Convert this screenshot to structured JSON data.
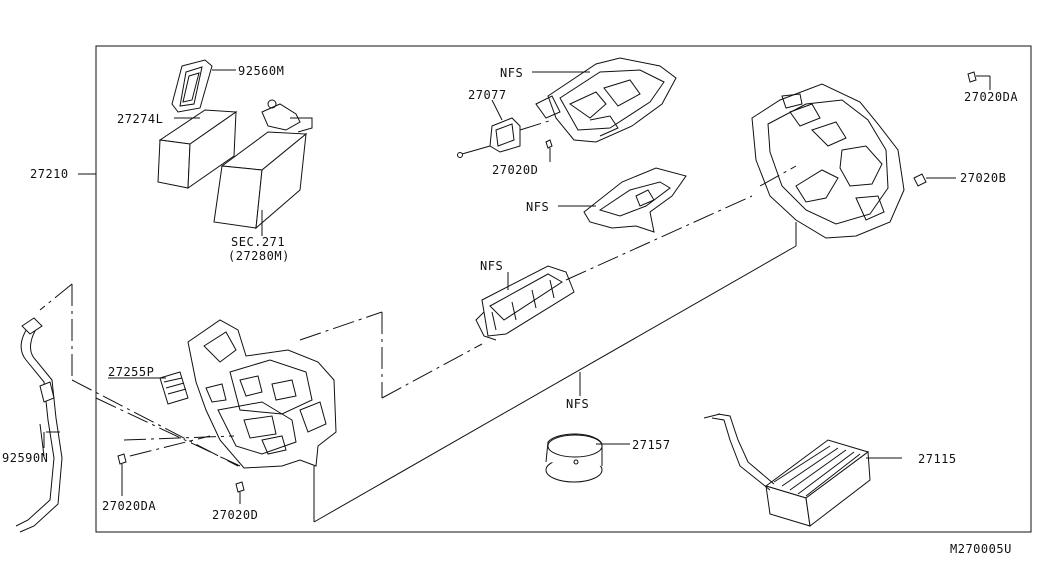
{
  "diagram_code": "M270005U",
  "labels": {
    "p92560M": "92560M",
    "p27274L": "27274L",
    "p27210": "27210",
    "sec271": "SEC.271",
    "p27280M": "(27280M)",
    "nfs_top": "NFS",
    "p27077": "27077",
    "p27020D_top": "27020D",
    "nfs_mid": "NFS",
    "p27020DA_top": "27020DA",
    "p27020B": "27020B",
    "nfs_small": "NFS",
    "nfs_bottom": "NFS",
    "p27255P": "27255P",
    "p92590N": "92590N",
    "p27020DA_bottom": "27020DA",
    "p27020D_bottom": "27020D",
    "p27157": "27157",
    "p27115": "27115"
  }
}
